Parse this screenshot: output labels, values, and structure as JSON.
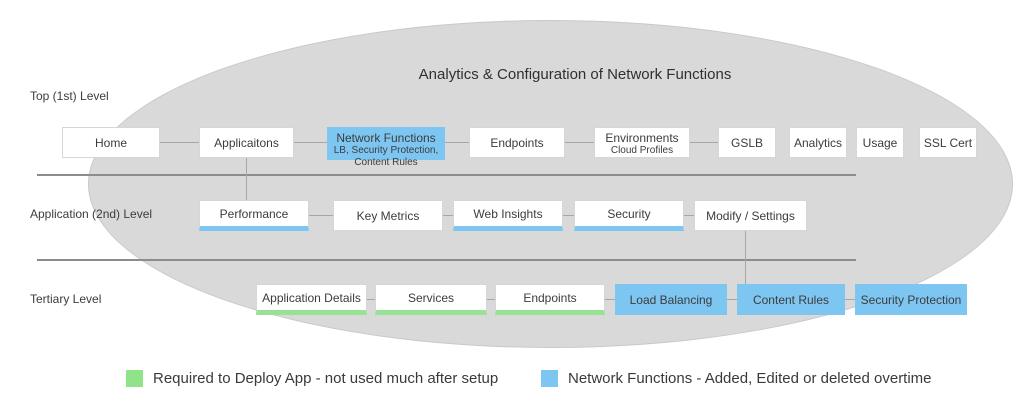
{
  "title": "Analytics & Configuration of Network Functions",
  "levels": {
    "top": "Top (1st) Level",
    "application": "Application (2nd) Level",
    "tertiary": "Tertiary Level"
  },
  "top_row": {
    "home": "Home",
    "applications": "Applicaitons",
    "network_functions": {
      "label": "Network Functions",
      "subtitle_line1": "LB, Security Protection,",
      "subtitle_line2": "Content Rules"
    },
    "endpoints": "Endpoints",
    "environments": {
      "label": "Environments",
      "subtitle": "Cloud Profiles"
    },
    "gslb": "GSLB",
    "analytics": "Analytics",
    "usage": "Usage",
    "ssl_cert": "SSL Cert"
  },
  "application_row": {
    "performance": "Performance",
    "key_metrics": "Key Metrics",
    "web_insights": "Web Insights",
    "security": "Security",
    "modify_settings": "Modify / Settings"
  },
  "tertiary_row": {
    "application_details": "Application Details",
    "services": "Services",
    "endpoints": "Endpoints",
    "load_balancing": "Load Balancing",
    "content_rules": "Content Rules",
    "security_protection": "Security Protection"
  },
  "legend": {
    "green_label": "Required to Deploy App - not used much after setup",
    "blue_label": "Network Functions - Added, Edited or deleted overtime"
  },
  "colors": {
    "blue": "#7ec6f2",
    "green": "#8fe48a",
    "ellipse_fill": "#d9d9d9"
  }
}
